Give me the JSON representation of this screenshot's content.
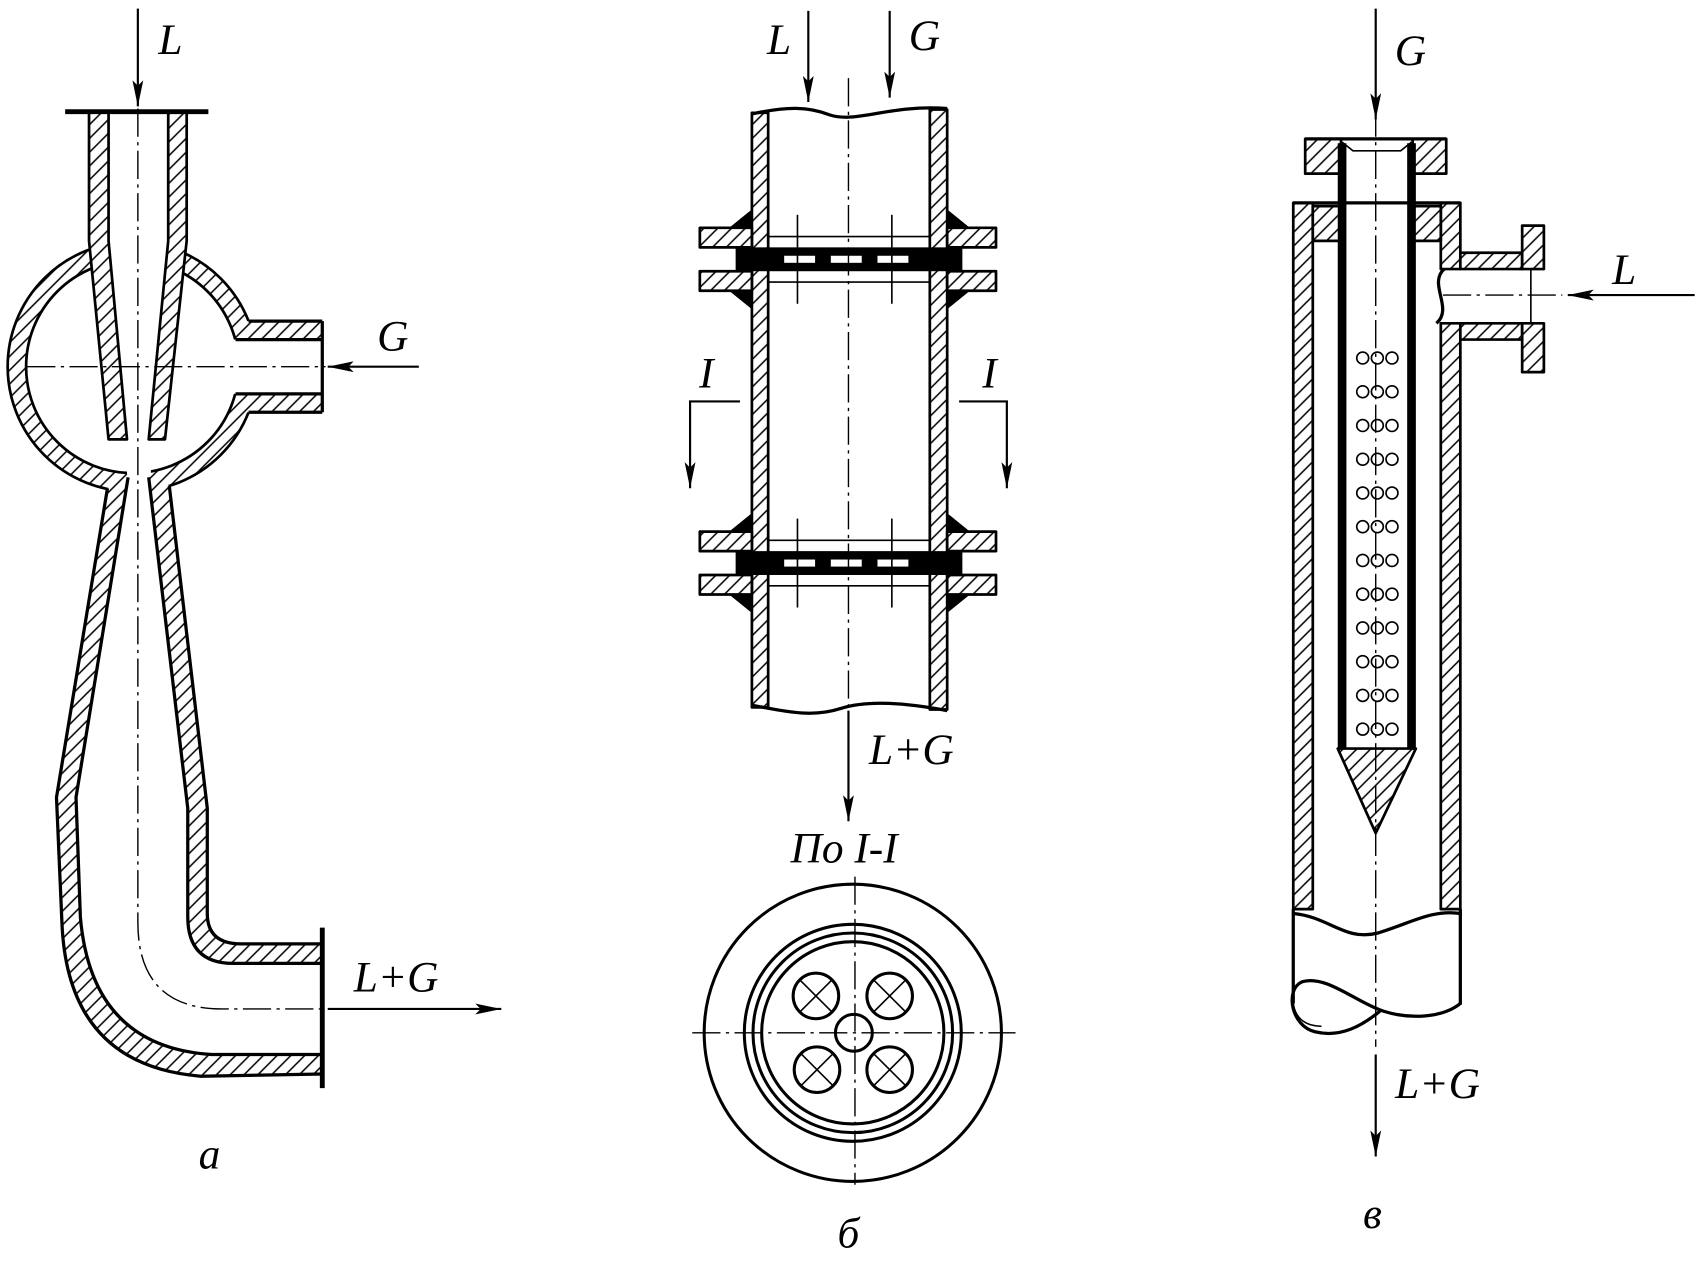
{
  "fig_a": {
    "caption": "а",
    "inlet_top": "L",
    "inlet_side": "G",
    "outlet": "L+G"
  },
  "fig_b": {
    "caption": "б",
    "inlet_left": "L",
    "inlet_right": "G",
    "outlet": "L+G",
    "section_mark_left": "I",
    "section_mark_right": "I",
    "section_title": "По I-I"
  },
  "fig_c": {
    "caption": "в",
    "inlet_top": "G",
    "inlet_side": "L",
    "outlet": "L+G"
  }
}
